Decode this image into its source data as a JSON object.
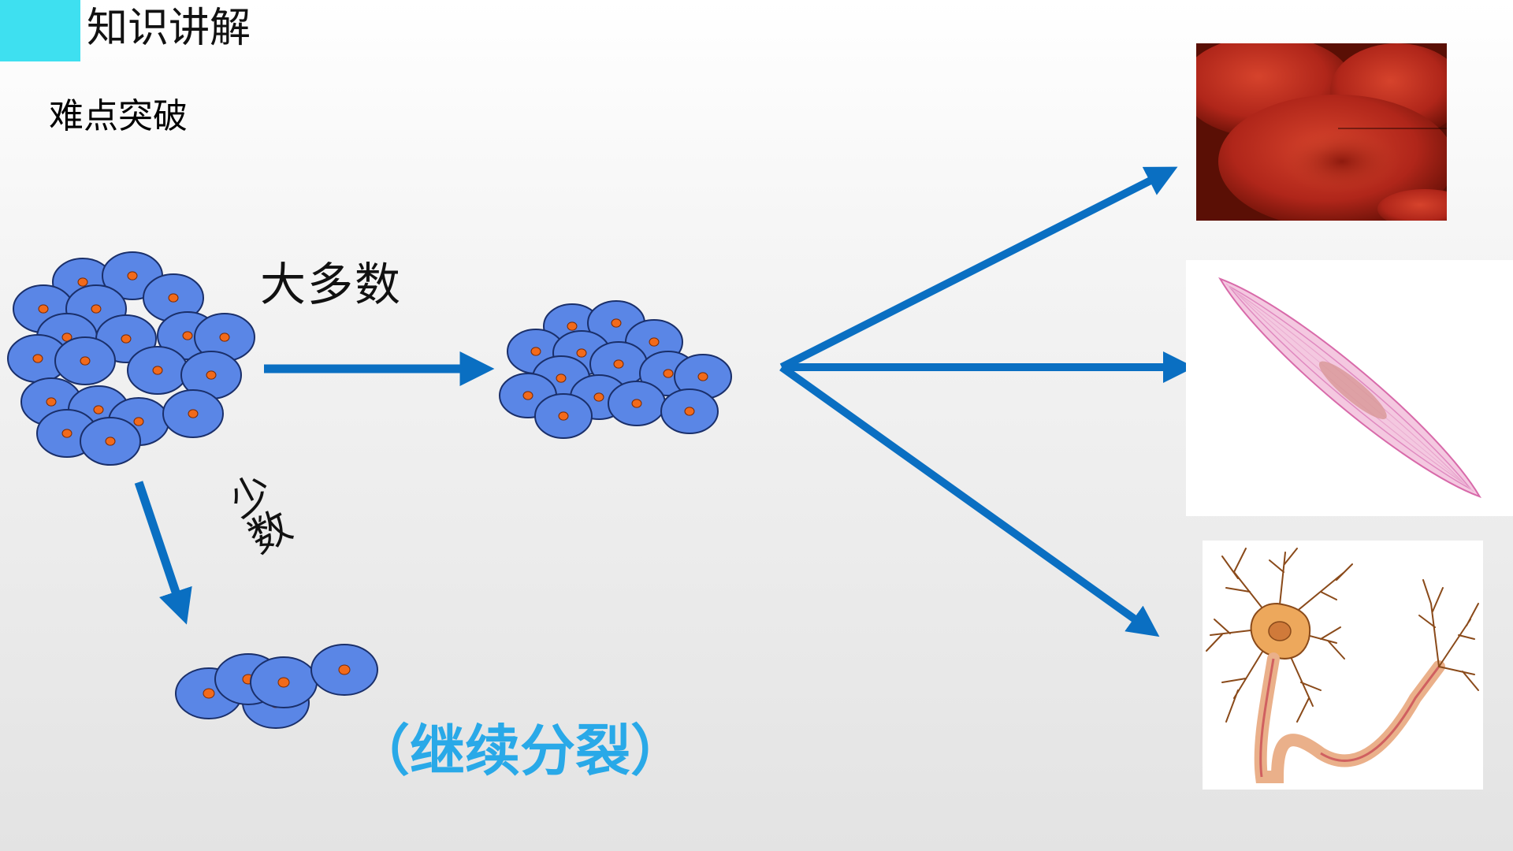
{
  "header": {
    "title": "知识讲解",
    "accent_color": "#3ee0f0"
  },
  "subtitle": "难点突破",
  "labels": {
    "majority": "大多数",
    "minority": "少数",
    "continue_division": "（继续分裂）"
  },
  "colors": {
    "arrow": "#0a6fc2",
    "cell_fill": "#5a86e6",
    "cell_stroke": "#1a2f6a",
    "nucleus": "#f26a1b",
    "continue_text": "#29a9e8",
    "red_blood_cell": "#b0261a",
    "muscle_cell": "#e79ac8",
    "neuron": "#eda85c"
  },
  "images": [
    {
      "name": "red-blood-cells"
    },
    {
      "name": "smooth-muscle-cell"
    },
    {
      "name": "neuron"
    }
  ]
}
